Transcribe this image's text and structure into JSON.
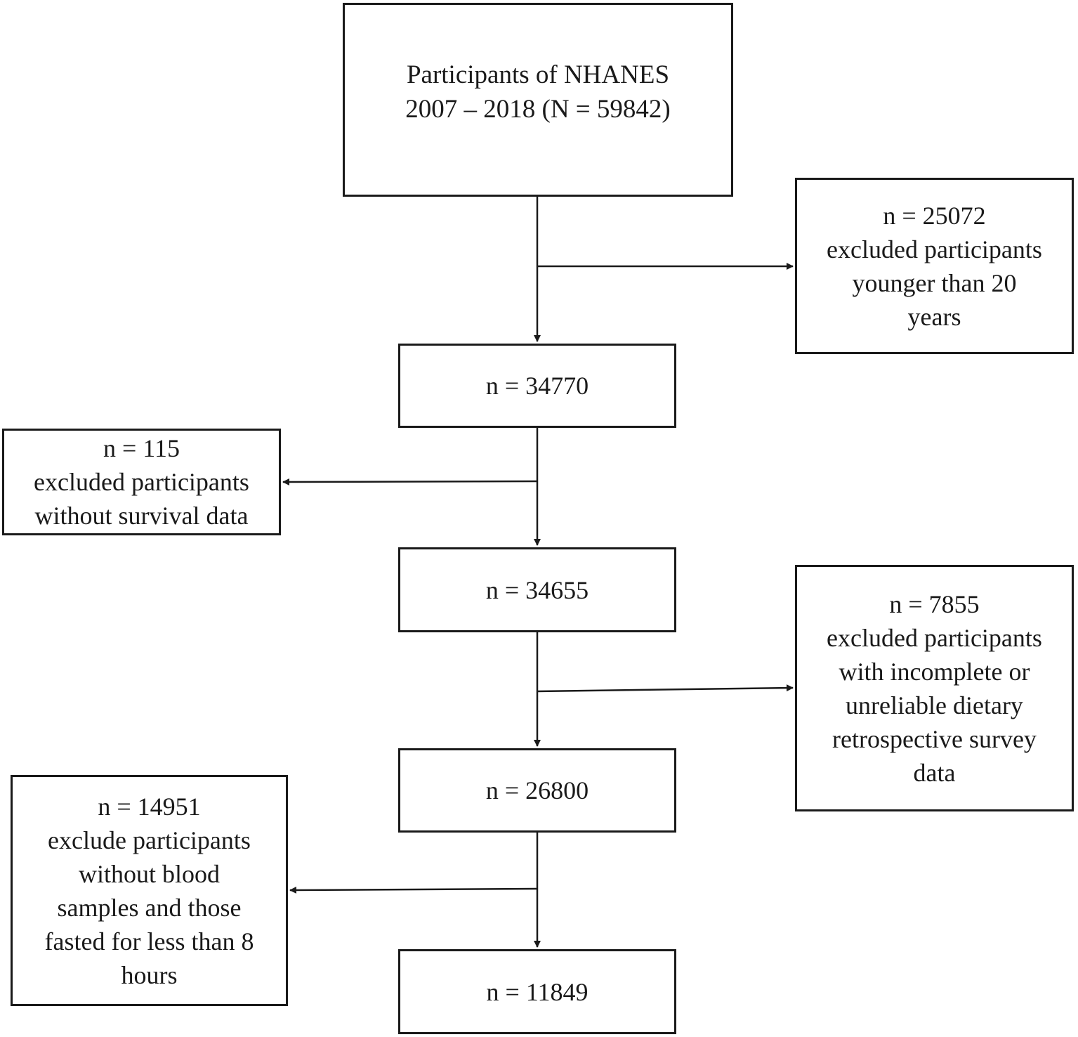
{
  "flow": {
    "start": {
      "lines": [
        "Participants of NHANES",
        "2007 – 2018 (N = 59842)"
      ]
    },
    "steps": [
      {
        "label": "n = 34770"
      },
      {
        "label": "n = 34655"
      },
      {
        "label": "n = 26800"
      },
      {
        "label": "n = 11849"
      }
    ],
    "exclusions": [
      {
        "lines": [
          "n = 25072",
          "excluded participants",
          "younger than 20",
          "years"
        ]
      },
      {
        "lines": [
          "n = 115",
          "excluded participants",
          "without survival data"
        ]
      },
      {
        "lines": [
          "n = 7855",
          "excluded participants",
          "with incomplete or",
          "unreliable dietary",
          "retrospective survey",
          "data"
        ]
      },
      {
        "lines": [
          "n = 14951",
          "exclude participants",
          "without blood",
          "samples and those",
          "fasted for less than 8",
          "hours"
        ]
      }
    ]
  },
  "colors": {
    "line": "#1a1a1a",
    "background": "#ffffff"
  }
}
